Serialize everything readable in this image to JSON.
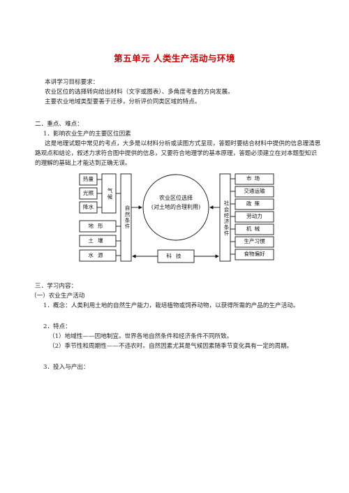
{
  "title": "第五单元  人类生产活动与环境",
  "goals": {
    "heading": "本讲学习目标要求：",
    "line1": "农业区位的选择转向给出材料（文字或图表）、多角度考查的方向发展。",
    "line2": "主要农业地域类型要善于迁移，分析评价同类区域的特点。"
  },
  "section2": {
    "heading": "二．重点、难点：",
    "item1": "1．影响农业生产的主要区位因素",
    "para": "这是地理试题中常见的考点，大多是以材料分析或读图方式呈现，答题时要结合材料中提供的信息理清思路观点和结论，叙述力求符合图中提供的信息，又要符合地理学的基本原理，答题必须建立在对本题型知识的理解的基础上才能达到正确无误。"
  },
  "diagram": {
    "left_small": [
      "热量",
      "光照",
      "降水"
    ],
    "climate": "气候",
    "left_big": [
      "地形",
      "土壤",
      "水源"
    ],
    "natural": "自然条件",
    "center_line1": "农业区位选择",
    "center_line2": "(对土地的合理利用)",
    "social": "社会经济条件",
    "right": [
      "市场",
      "交通运输",
      "政策",
      "劳动力",
      "机械",
      "生产习惯",
      "食物偏好"
    ],
    "tech": "科技"
  },
  "section3": {
    "heading": "三．学习内容：",
    "sub1": "（一）农业生产活动",
    "concept": "1．概念：人类利用土地的自然生产能力，栽培植物或饲养动物，以获得所需的产品的生产活动。",
    "features": "2．特点：",
    "f1": "（1）地域性——因地制宜。世界各地自然条件和经济条件不同所致。",
    "f2": "（2）季节性和周期性——不违农时。自然因素尤其是气候因素随季节变化具有一定的周期。",
    "io": "3．投入与产出："
  }
}
